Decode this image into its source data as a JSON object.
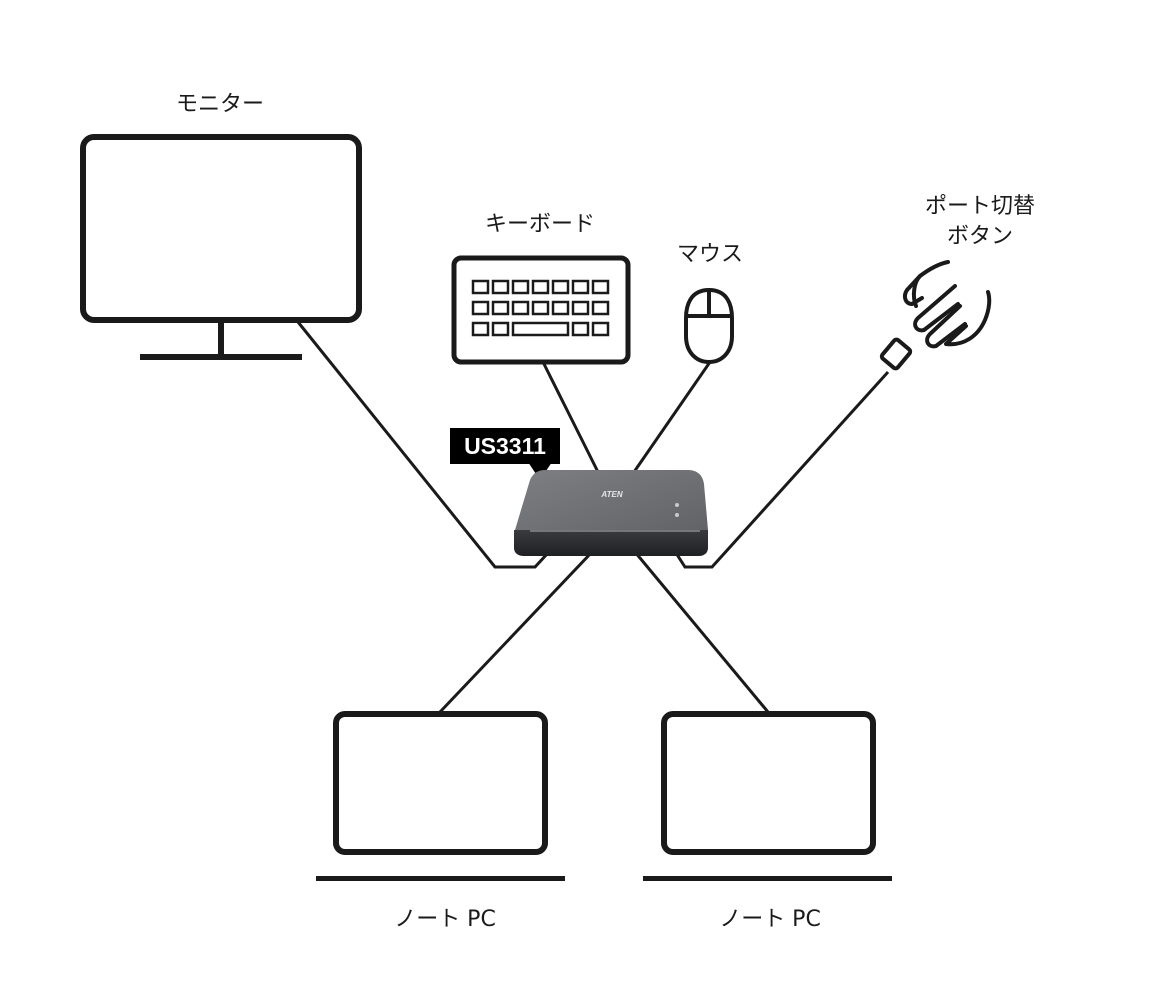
{
  "devices": {
    "monitor": {
      "label": "モニター"
    },
    "keyboard": {
      "label": "キーボード"
    },
    "mouse": {
      "label": "マウス"
    },
    "port_button": {
      "label_line1": "ポート切替",
      "label_line2": "ボタン"
    },
    "laptop_left": {
      "label": "ノート PC"
    },
    "laptop_right": {
      "label": "ノート PC"
    }
  },
  "switch": {
    "model": "US3311",
    "brand": "ATEN"
  },
  "colors": {
    "outline": "#1a1a1a",
    "badge_bg": "#000000",
    "switch_body": "#8a8c90",
    "switch_top": "#6f7175",
    "switch_front": "#2d2e31"
  }
}
